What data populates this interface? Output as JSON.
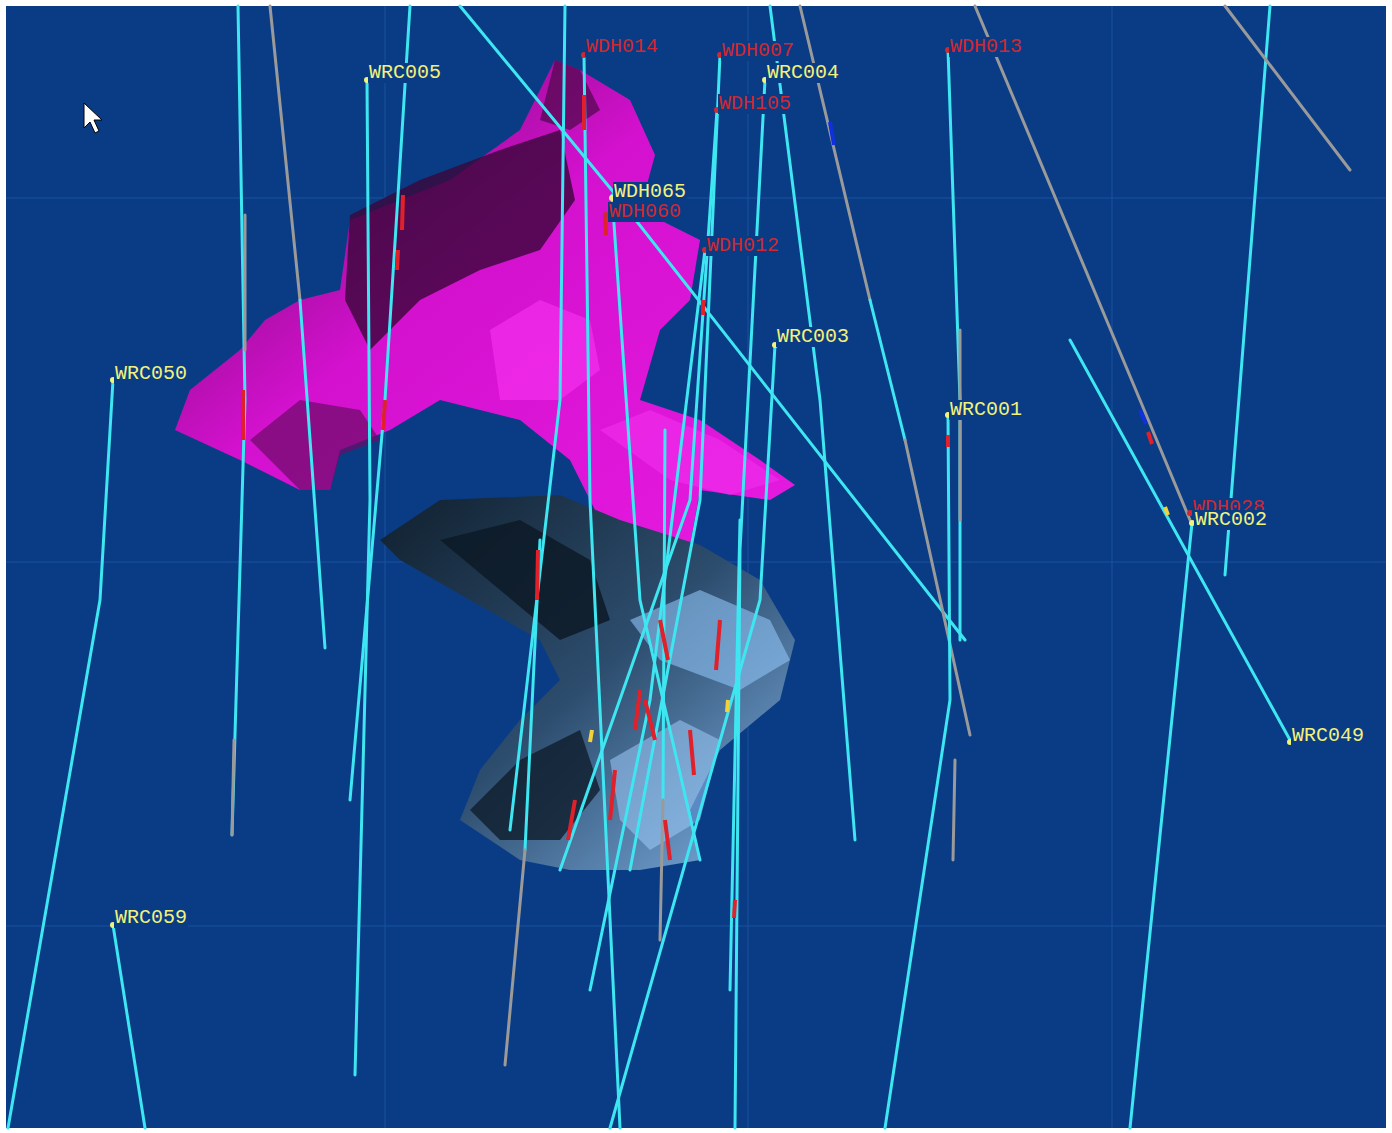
{
  "diagram": {
    "labels": [
      "WRC005",
      "WDH014",
      "WDH007",
      "WRC004",
      "WDH105",
      "WDH013",
      "WDH065",
      "WDH060",
      "WDH012",
      "WRC003",
      "WRC050",
      "WRC001",
      "WDH028",
      "WRC002",
      "WRC049",
      "WRC059"
    ]
  }
}
